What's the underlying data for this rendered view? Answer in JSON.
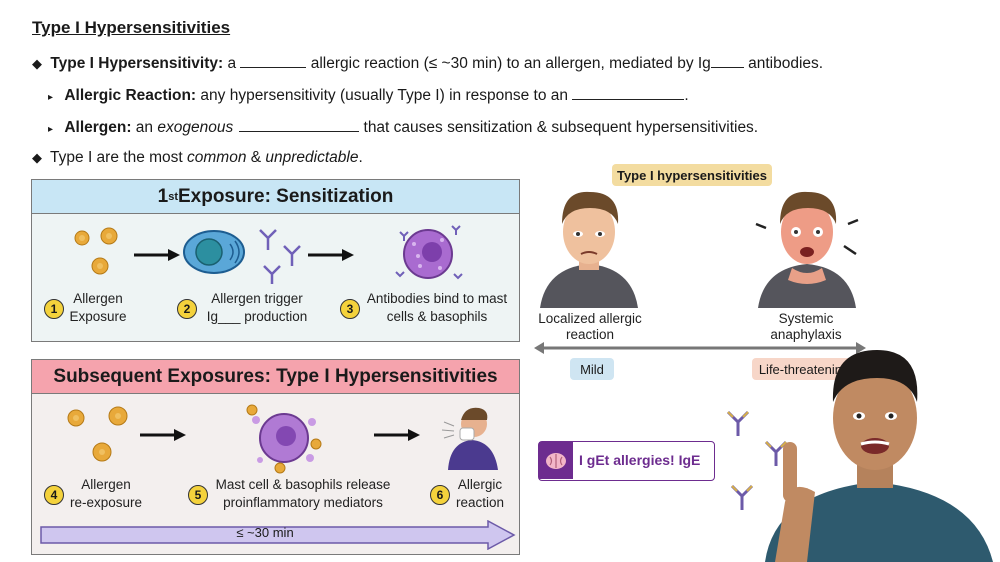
{
  "title": "Type I Hypersensitivities",
  "bullets": {
    "b1": {
      "term": "Type I Hypersensitivity:",
      "t1": " a ",
      "t2": " allergic reaction (≤ ~30 min) to an allergen, mediated by Ig",
      "t3": " antibodies."
    },
    "b2": {
      "term": "Allergic Reaction:",
      "t1": " any hypersensitivity (usually Type I) in response to an ",
      "t2": "."
    },
    "b3": {
      "term": "Allergen:",
      "t1": " an ",
      "t1i": "exogenous",
      "t2": " that causes sensitization & subsequent hypersensitivities."
    },
    "b4": {
      "t1": "Type I are the most ",
      "i1": "common",
      "t2": " & ",
      "i2": "unpredictable",
      "t3": "."
    }
  },
  "sensitization": {
    "heading_prefix": "1",
    "heading_sup": "st",
    "heading_suffix": " Exposure: Sensitization",
    "steps": [
      {
        "num": "1",
        "line1": "Allergen",
        "line2": "Exposure"
      },
      {
        "num": "2",
        "line1": "Allergen trigger",
        "line2": "Ig___ production"
      },
      {
        "num": "3",
        "line1": "Antibodies bind to mast",
        "line2": "cells & basophils"
      }
    ]
  },
  "subsequent": {
    "heading": "Subsequent Exposures: Type I Hypersensitivities",
    "steps": [
      {
        "num": "4",
        "line1": "Allergen",
        "line2": "re-exposure"
      },
      {
        "num": "5",
        "line1": "Mast cell & basophils release",
        "line2": "proinflammatory mediators"
      },
      {
        "num": "6",
        "line1": "Allergic",
        "line2": "reaction"
      }
    ],
    "timeline": "≤ ~30 min"
  },
  "spectrum": {
    "badge": "Type I hypersensitivities",
    "left_label1": "Localized allergic",
    "left_label2": "reaction",
    "right_label1": "Systemic",
    "right_label2": "anaphylaxis",
    "mild": "Mild",
    "severe": "Life-threatening"
  },
  "mnemonic": {
    "prefix": "I ",
    "bold": "gE",
    "middle": "t allergies! ",
    "tail": "IgE"
  },
  "colors": {
    "sens_header": "#c8e6f5",
    "sens_body": "#eef4f4",
    "subs_header": "#f5a3ad",
    "subs_body": "#f3efee",
    "timeline": "#cfc6ef",
    "badge": "#f3dca0",
    "mild": "#cfe5f2",
    "severe": "#f7d6c8",
    "mnemonic": "#6d2c8f"
  }
}
